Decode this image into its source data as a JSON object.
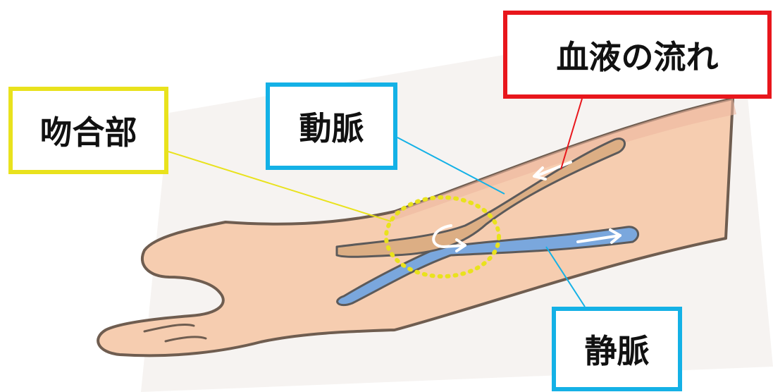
{
  "labels": {
    "blood_flow": "血液の流れ",
    "anastomosis": "吻合部",
    "artery": "動脈",
    "vein": "静脈"
  },
  "colors": {
    "skin": "#f6cdb0",
    "skin_outline": "#6f5d50",
    "artery": "#dcae84",
    "vein": "#7aa7dd",
    "flow_label_border": "#e8161c",
    "anastomosis_border": "#e9e21d",
    "vessel_label_border": "#14b1e6"
  },
  "icons": {
    "flow_arrow": "white-arrow",
    "anastomosis_marker": "dotted-circle"
  }
}
